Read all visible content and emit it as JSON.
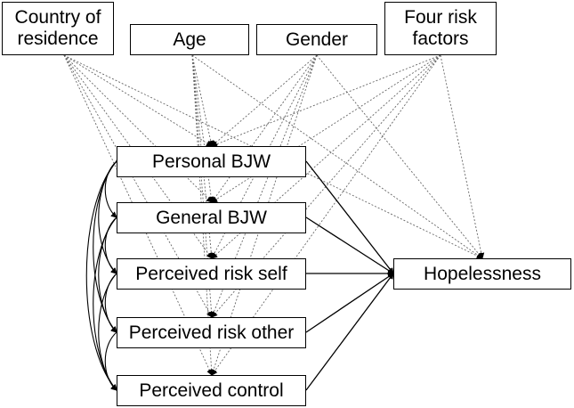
{
  "boxes": {
    "country": {
      "line1": "Country of",
      "line2": "residence"
    },
    "age": {
      "label": "Age"
    },
    "gender": {
      "label": "Gender"
    },
    "four": {
      "line1": "Four risk",
      "line2": "factors"
    },
    "pbjw": {
      "label": "Personal BJW"
    },
    "gbjw": {
      "label": "General BJW"
    },
    "prs": {
      "label": "Perceived risk self"
    },
    "pro": {
      "label": "Perceived risk other"
    },
    "pc": {
      "label": "Perceived control"
    },
    "hope": {
      "label": "Hopelessness"
    }
  }
}
